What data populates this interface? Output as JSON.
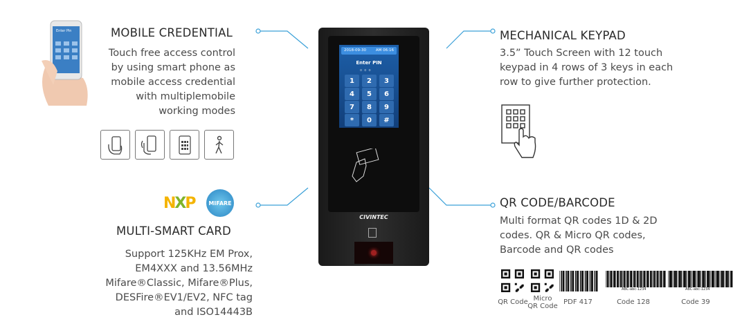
{
  "mobile": {
    "title": "MOBILE CREDENTIAL",
    "lines": [
      "Touch free access control",
      "by using smart phone as",
      "mobile access credential",
      "with multiplemobile",
      "working modes"
    ],
    "phone_screen_text": "Enter Pin",
    "mode_icons": [
      "hand-phone-icon",
      "phone-tap-icon",
      "phone-keypad-icon",
      "walking-person-icon"
    ]
  },
  "card": {
    "title": "MULTI-SMART CARD",
    "logos": [
      "NXP",
      "MIFARE"
    ],
    "lines": [
      "Support 125KHz EM Prox,",
      "EM4XXX and 13.56MHz",
      "Mifare®Classic, Mifare®Plus,",
      "DESFire®EV1/EV2, NFC tag",
      "and ISO14443B"
    ]
  },
  "keypad": {
    "title": "MECHANICAL KEYPAD",
    "lines": [
      "3.5” Touch Screen with 12 touch",
      "keypad in 4 rows of 3 keys in each",
      "row to give further protection."
    ]
  },
  "qr": {
    "title": "QR CODE/BARCODE",
    "lines": [
      "Multi format QR codes 1D & 2D",
      "codes. QR & Micro QR codes,",
      "Barcode and QR codes"
    ],
    "codes": [
      {
        "label": "QR Code"
      },
      {
        "label": "Micro\nQR Code"
      },
      {
        "label": "PDF 417"
      },
      {
        "label": "Code 128",
        "sample": "ABC-abc-1234"
      },
      {
        "label": "Code 39",
        "sample": "ABC-abc-1234"
      }
    ]
  },
  "device": {
    "date": "2018-09-30",
    "time": "AM 06:16",
    "prompt": "Enter PIN",
    "keys": [
      "1",
      "2",
      "3",
      "4",
      "5",
      "6",
      "7",
      "8",
      "9",
      "*",
      "0",
      "#"
    ],
    "brand": "CIVINTEC",
    "accent": "#3aa0d8"
  }
}
